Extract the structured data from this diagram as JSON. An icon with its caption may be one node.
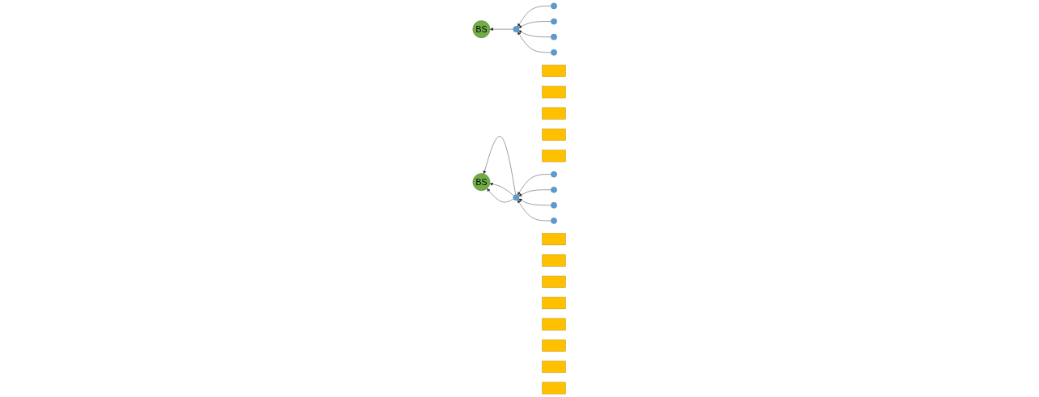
{
  "diagram": {
    "nodes": [
      {
        "text": [
          "BS"
        ]
      },
      {
        "text": [],
        "shape": "circle"
      },
      {
        "text": [],
        "shape": "circle"
      },
      {
        "text": [],
        "shape": "circle"
      },
      {
        "text": [],
        "shape": "circle"
      },
      {
        "text": [],
        "shape": "circle"
      },
      {
        "text": [],
        "shape": "box"
      },
      {
        "text": [],
        "shape": "box"
      },
      {
        "text": [],
        "shape": "box"
      },
      {
        "text": [],
        "shape": "box"
      },
      {
        "text": [],
        "shape": "box"
      },
      {
        "text": [
          "BS"
        ]
      },
      {
        "text": [],
        "shape": "circle"
      },
      {
        "text": [],
        "shape": "circle"
      },
      {
        "text": [],
        "shape": "circle"
      },
      {
        "text": [],
        "shape": "circle"
      },
      {
        "text": [],
        "shape": "circle"
      },
      {
        "text": [],
        "shape": "box"
      },
      {
        "text": [],
        "shape": "box"
      },
      {
        "text": [],
        "shape": "box"
      },
      {
        "text": [],
        "shape": "box"
      },
      {
        "text": [],
        "shape": "box"
      },
      {
        "text": [],
        "shape": "box"
      },
      {
        "text": [],
        "shape": "box"
      },
      {
        "text": [],
        "shape": "box"
      }
    ],
    "edges": [
      {
        "from": 1,
        "to": 0,
        "arrow": "to"
      },
      {
        "from": 2,
        "to": 1,
        "arrow": "to"
      },
      {
        "from": 3,
        "to": 1,
        "arrow": "to"
      },
      {
        "from": 4,
        "to": 1,
        "arrow": "to"
      },
      {
        "from": 5,
        "to": 1,
        "arrow": "to"
      },
      {
        "from": 12,
        "to": 11,
        "arrow": "to"
      },
      {
        "from": 12,
        "to": 11,
        "arrow": "to"
      },
      {
        "from": 12,
        "to": 11,
        "arrow": "to"
      },
      {
        "from": 13,
        "to": 12,
        "arrow": "to"
      },
      {
        "from": 14,
        "to": 12,
        "arrow": "to"
      },
      {
        "from": 15,
        "to": 12,
        "arrow": "to"
      },
      {
        "from": 16,
        "to": 12,
        "arrow": "to"
      }
    ]
  }
}
